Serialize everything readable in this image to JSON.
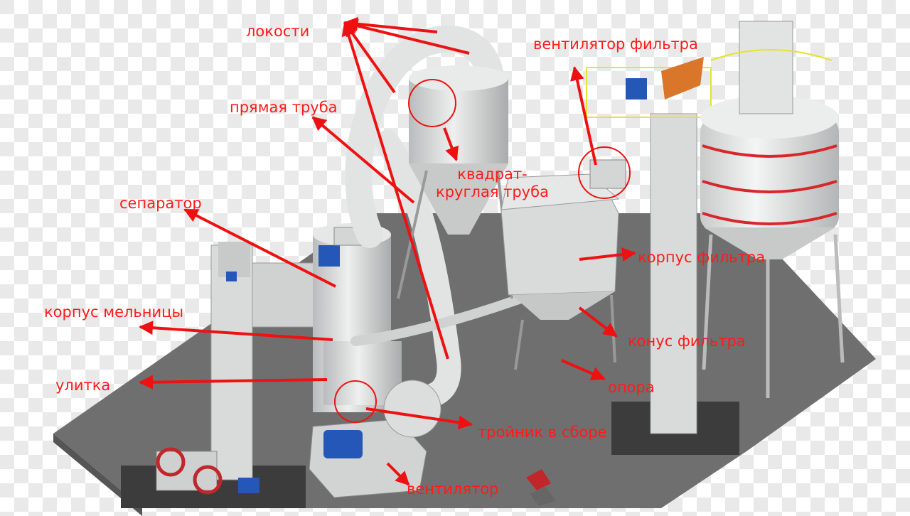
{
  "labels": {
    "elbows": "локости",
    "straight_pipe": "прямая труба",
    "filter_fan": "вентилятор фильтра",
    "square_round_pipe": "квадрат-круглая труба",
    "separator": "сепаратор",
    "filter_body": "корпус фильтра",
    "mill_body": "корпус мельницы",
    "filter_cone": "конус фильтра",
    "volute": "улитка",
    "support": "опора",
    "tee_assembly": "тройник в сборе",
    "fan": "вентилятор"
  },
  "colors": {
    "label": "#ff1a1a",
    "arrow": "#ee1111",
    "machine": "#dcdedd",
    "platform": "#6f6f70",
    "motor": "#2457b8",
    "stripe": "#d8262a",
    "rail": "#e8e230"
  }
}
